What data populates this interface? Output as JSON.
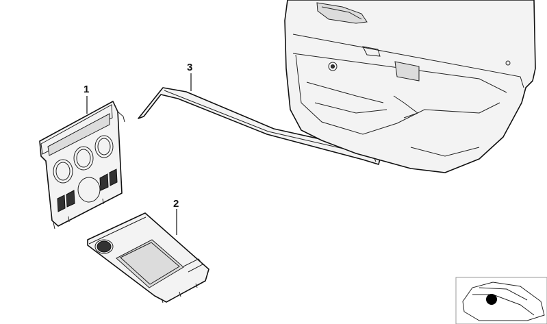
{
  "diagram": {
    "callouts": [
      {
        "number": "1",
        "part": "center-console-trim-panel"
      },
      {
        "number": "2",
        "part": "shifter-trim-cover"
      },
      {
        "number": "3",
        "part": "door-trim-strip"
      }
    ],
    "icons": [
      "door-panel-icon",
      "car-location-thumbnail-icon"
    ],
    "colors": {
      "line": "#111111",
      "fill": "#f3f3f3",
      "marker": "#000000"
    }
  }
}
